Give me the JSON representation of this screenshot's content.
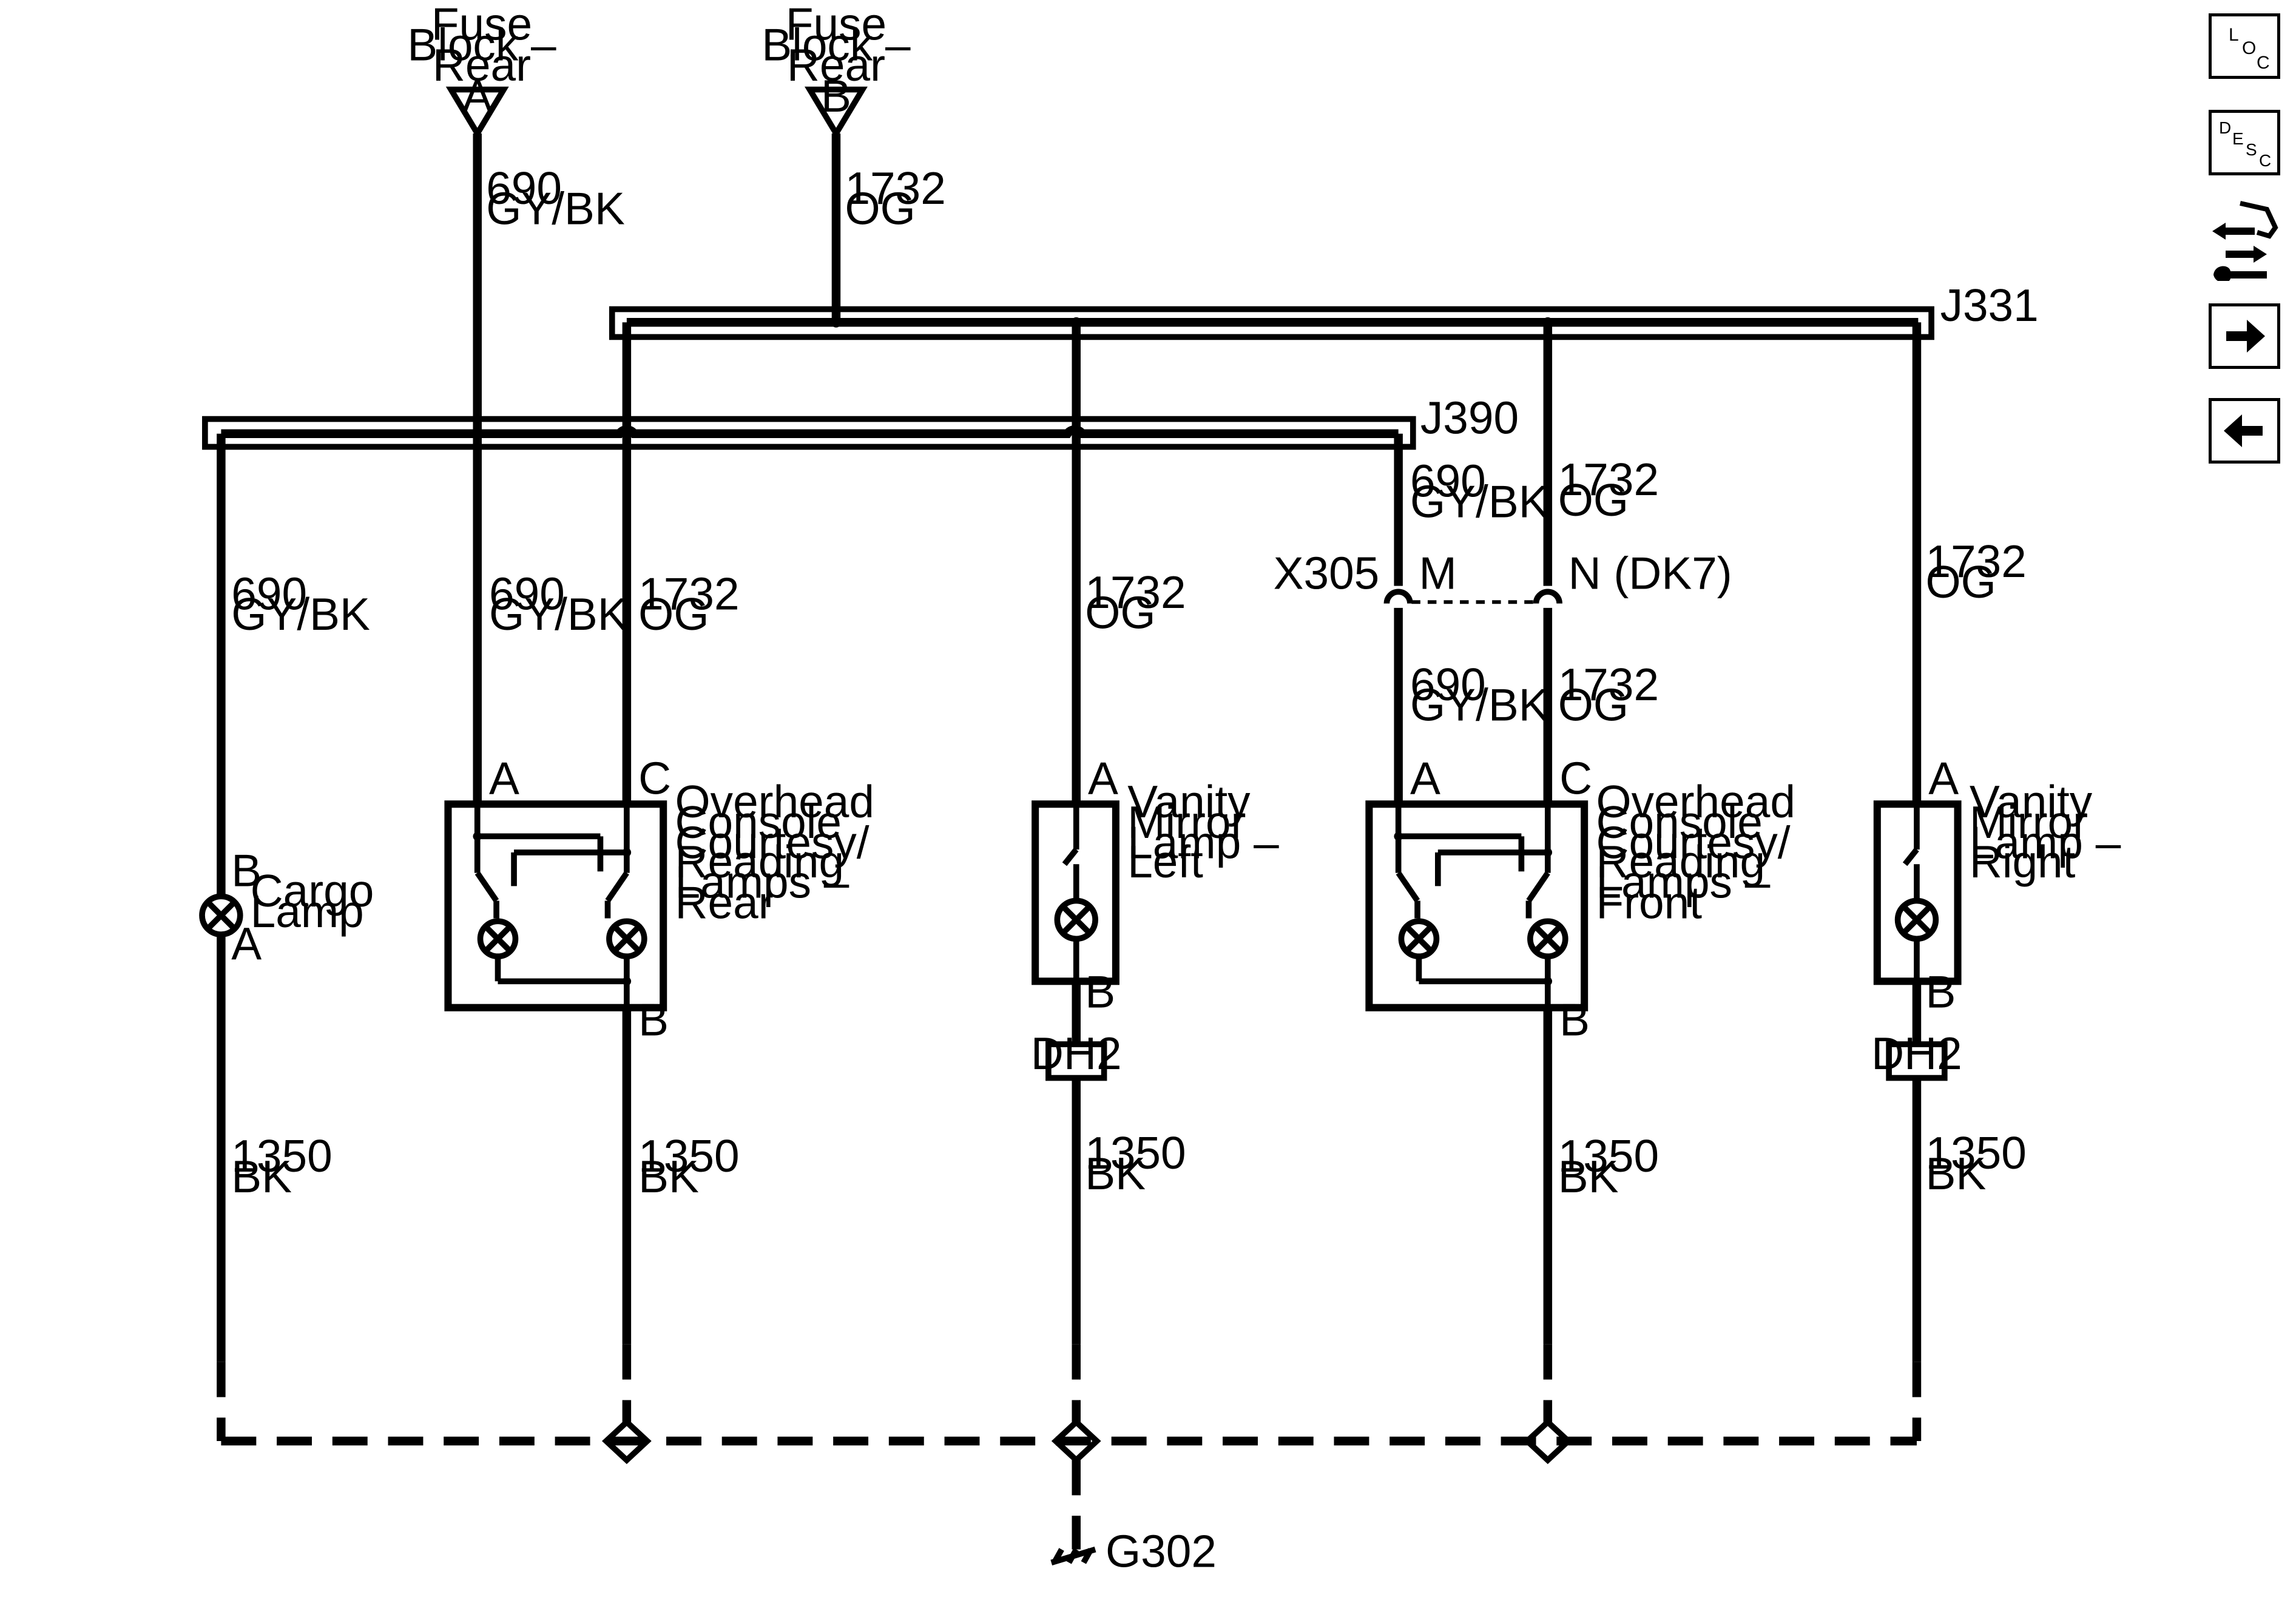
{
  "fuse_a": {
    "title_lines": [
      "Fuse",
      "Block –",
      "Rear"
    ],
    "pin": "A"
  },
  "fuse_b": {
    "title_lines": [
      "Fuse",
      "Block –",
      "Rear"
    ],
    "pin": "B"
  },
  "splices": {
    "j331": "J331",
    "j390": "J390"
  },
  "wires": {
    "fuse_a_feed": [
      "690",
      "GY/BK"
    ],
    "fuse_b_feed": [
      "1732",
      "OG"
    ],
    "cargo_feed": [
      "690",
      "GY/BK"
    ],
    "rear_a_feed": [
      "690",
      "GY/BK"
    ],
    "rear_c_feed": [
      "1732",
      "OG"
    ],
    "vanity_left_feed": [
      "1732",
      "OG"
    ],
    "x305_m_top": [
      "690",
      "GY/BK"
    ],
    "x305_n_top": [
      "1732",
      "OG"
    ],
    "x305_m_bottom": [
      "690",
      "GY/BK"
    ],
    "x305_n_bottom": [
      "1732",
      "OG"
    ],
    "vanity_right_feed": [
      "1732",
      "OG"
    ],
    "gnd_cargo": [
      "1350",
      "BK"
    ],
    "gnd_rear": [
      "1350",
      "BK"
    ],
    "gnd_vanity_left": [
      "1350",
      "BK"
    ],
    "gnd_front": [
      "1350",
      "BK"
    ],
    "gnd_vanity_right": [
      "1350",
      "BK"
    ]
  },
  "connector_x305": {
    "name": "X305",
    "pin_m": "M",
    "pin_n": "N (DK7)"
  },
  "cargo_lamp": {
    "label_lines": [
      "Cargo",
      "Lamp"
    ],
    "pin_top": "B",
    "pin_bottom": "A"
  },
  "rear_lamps": {
    "label_lines": [
      "Overhead",
      "Console",
      "Courtesy/",
      "Reading",
      "Lamps –",
      "Rear"
    ],
    "pin_a": "A",
    "pin_c": "C",
    "pin_b": "B"
  },
  "front_lamps": {
    "label_lines": [
      "Overhead",
      "Console",
      "Courtesy/",
      "Reading",
      "Lamps –",
      "Front"
    ],
    "pin_a": "A",
    "pin_c": "C",
    "pin_b": "B"
  },
  "vanity_left": {
    "label_lines": [
      "Vanity",
      "Mirror",
      "Lamp –",
      "Left"
    ],
    "pin_a": "A",
    "pin_b": "B",
    "option": "DH2"
  },
  "vanity_right": {
    "label_lines": [
      "Vanity",
      "Mirror",
      "Lamp –",
      "Right"
    ],
    "pin_a": "A",
    "pin_b": "B",
    "option": "DH2"
  },
  "ground": {
    "name": "G302"
  },
  "nav": {
    "loc": [
      "L",
      "O",
      "C"
    ],
    "desc": [
      "D",
      "E",
      "S",
      "C"
    ],
    "icons": [
      "connector-icon",
      "arrow-right-icon",
      "arrow-left-icon"
    ]
  }
}
